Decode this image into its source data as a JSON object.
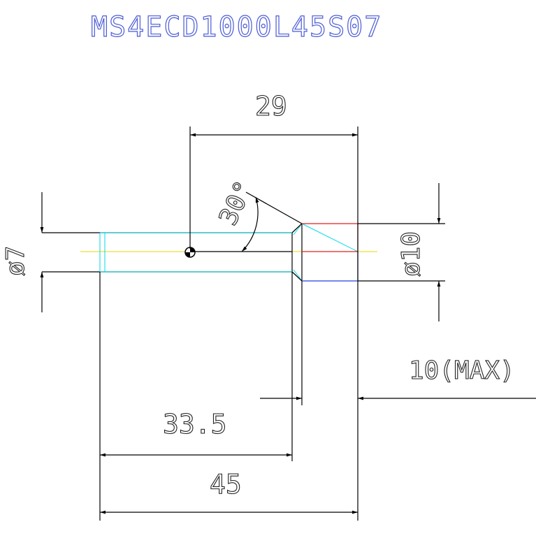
{
  "title": "MS4ECD1000L45S07",
  "dimensions": {
    "top_length": "29",
    "angle": "30°",
    "left_diameter": "ø7",
    "right_diameter": "ø10",
    "max_label": "10(MAX)",
    "shank_length": "33.5",
    "overall_length": "45"
  },
  "colors": {
    "title": "#4a5bd6",
    "outline": "#000000",
    "cyan": "#00d8e8",
    "red": "#e02020",
    "blue": "#2040e0",
    "yellow": "#e8d800"
  }
}
